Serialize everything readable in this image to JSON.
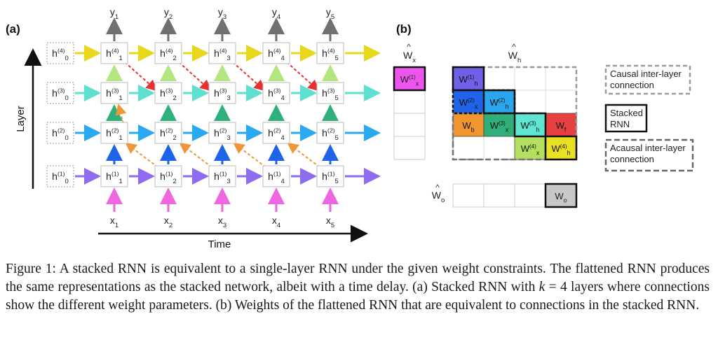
{
  "panel_a": {
    "label": "(a)",
    "y_axis_label": "Layer",
    "x_axis_label": "Time",
    "outputs": [
      "y",
      "y",
      "y",
      "y",
      "y"
    ],
    "output_subs": [
      "1",
      "2",
      "3",
      "4",
      "5"
    ],
    "inputs": [
      "x",
      "x",
      "x",
      "x",
      "x"
    ],
    "input_subs": [
      "1",
      "2",
      "3",
      "4",
      "5"
    ],
    "layers": [
      "4",
      "3",
      "2",
      "1"
    ],
    "time_steps": [
      "0",
      "1",
      "2",
      "3",
      "4",
      "5"
    ],
    "node_letter": "h",
    "layer_colors": [
      "#e8d81c",
      "#5de0d0",
      "#29a9ef",
      "#8e6cf0"
    ],
    "output_arrow_color": "#707070",
    "input_arrow_color": "#ee66e0",
    "up_arrow_colors": [
      "#b4e680",
      "#2fb07a",
      "#1f63e8"
    ],
    "causal_arrow_color": "#e83030",
    "acausal_arrow_color": "#f0963a"
  },
  "panel_b": {
    "label": "(b)",
    "wx_label": "W",
    "wx_sub": "x",
    "wh_label": "W",
    "wh_sub": "h",
    "wo_label": "W",
    "wo_sub": "o",
    "wx_block": {
      "main": "W",
      "sup": "(1)",
      "sub": "x",
      "color": "#ee55ee"
    },
    "wh_blocks": [
      {
        "main": "W",
        "sup": "(1)",
        "sub": "h",
        "color": "#7060e8"
      },
      {
        "main": "W",
        "sup": "(2)",
        "sub": "x",
        "color": "#1f63e8"
      },
      {
        "main": "W",
        "sup": "(2)",
        "sub": "h",
        "color": "#2aa6ee"
      },
      {
        "main": "W",
        "sup": "",
        "sub": "b",
        "color": "#f0962e"
      },
      {
        "main": "W",
        "sup": "(3)",
        "sub": "x",
        "color": "#2fb07a"
      },
      {
        "main": "W",
        "sup": "(3)",
        "sub": "h",
        "color": "#5ee6d2"
      },
      {
        "main": "W",
        "sup": "",
        "sub": "f",
        "color": "#e84040"
      },
      {
        "main": "W",
        "sup": "(4)",
        "sub": "x",
        "color": "#b4e060"
      },
      {
        "main": "W",
        "sup": "(4)",
        "sub": "h",
        "color": "#e8e020"
      }
    ],
    "wo_block": {
      "main": "W",
      "sup": "",
      "sub": "o",
      "color": "#c8c8c8"
    },
    "legend": [
      {
        "line1": "Causal inter-layer",
        "line2": "connection",
        "style": "causal"
      },
      {
        "line1": "Stacked",
        "line2": "RNN",
        "style": "stacked"
      },
      {
        "line1": "Acausal inter-layer",
        "line2": "connection",
        "style": "acausal"
      }
    ]
  },
  "caption": {
    "line1": "Figure 1: A stacked RNN is equivalent to a single-layer RNN under the given weight constraints. The flattened RNN produces the same representations as the stacked network, albeit with a time delay. (a) Stacked RNN with ",
    "math": "k",
    "math_rest": " = 4",
    "line2": " layers where connections show the different weight parameters. (b) Weights of the flattened RNN that are equivalent to connections in the stacked RNN."
  }
}
